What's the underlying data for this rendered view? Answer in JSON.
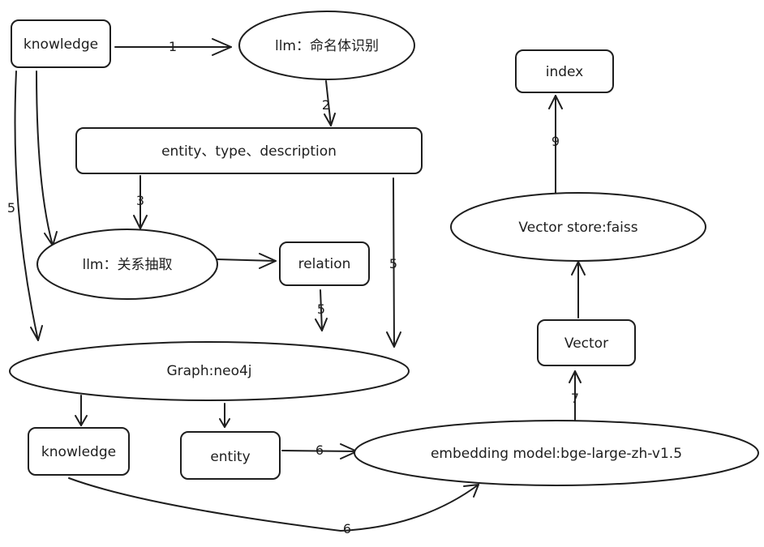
{
  "nodes": {
    "knowledge_top": "knowledge",
    "llm_ner": "llm：命名体识别",
    "entity_type_desc": "entity、type、description",
    "llm_relation": "llm：关系抽取",
    "relation": "relation",
    "graph": "Graph:neo4j",
    "knowledge_bottom": "knowledge",
    "entity": "entity",
    "embedding": "embedding model:bge-large-zh-v1.5",
    "vector": "Vector",
    "vector_store": "Vector store:faiss",
    "index": "index"
  },
  "edges": {
    "e1": "1",
    "e2": "2",
    "e3": "3",
    "e5_left": "5",
    "e5_relation": "5",
    "e5_right": "5",
    "e6_entity": "6",
    "e6_knowledge": "6",
    "e7": "7",
    "e9": "9"
  }
}
